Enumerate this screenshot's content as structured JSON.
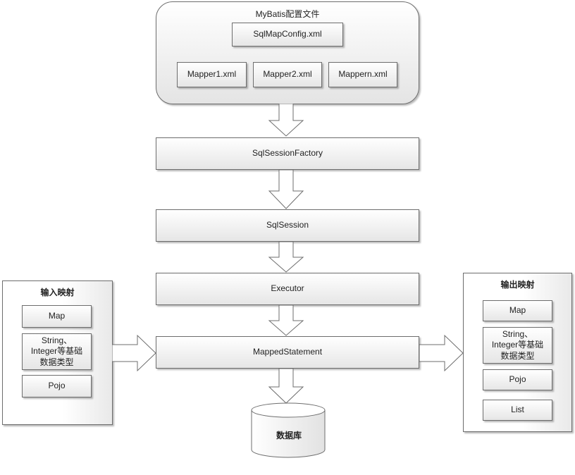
{
  "config_group": {
    "title": "MyBatis配置文件",
    "sqlmapconfig": "SqlMapConfig.xml",
    "mappers": [
      "Mapper1.xml",
      "Mapper2.xml",
      "Mappern.xml"
    ]
  },
  "flow": {
    "factory": "SqlSessionFactory",
    "session": "SqlSession",
    "executor": "Executor",
    "statement": "MappedStatement",
    "database": "数据库"
  },
  "input_mapping": {
    "title": "输入映射",
    "items": [
      "Map",
      "String、",
      "Integer等基础",
      "数据类型",
      "Pojo"
    ]
  },
  "output_mapping": {
    "title": "输出映射",
    "items": [
      "Map",
      "String、",
      "Integer等基础",
      "数据类型",
      "Pojo",
      "List"
    ]
  }
}
